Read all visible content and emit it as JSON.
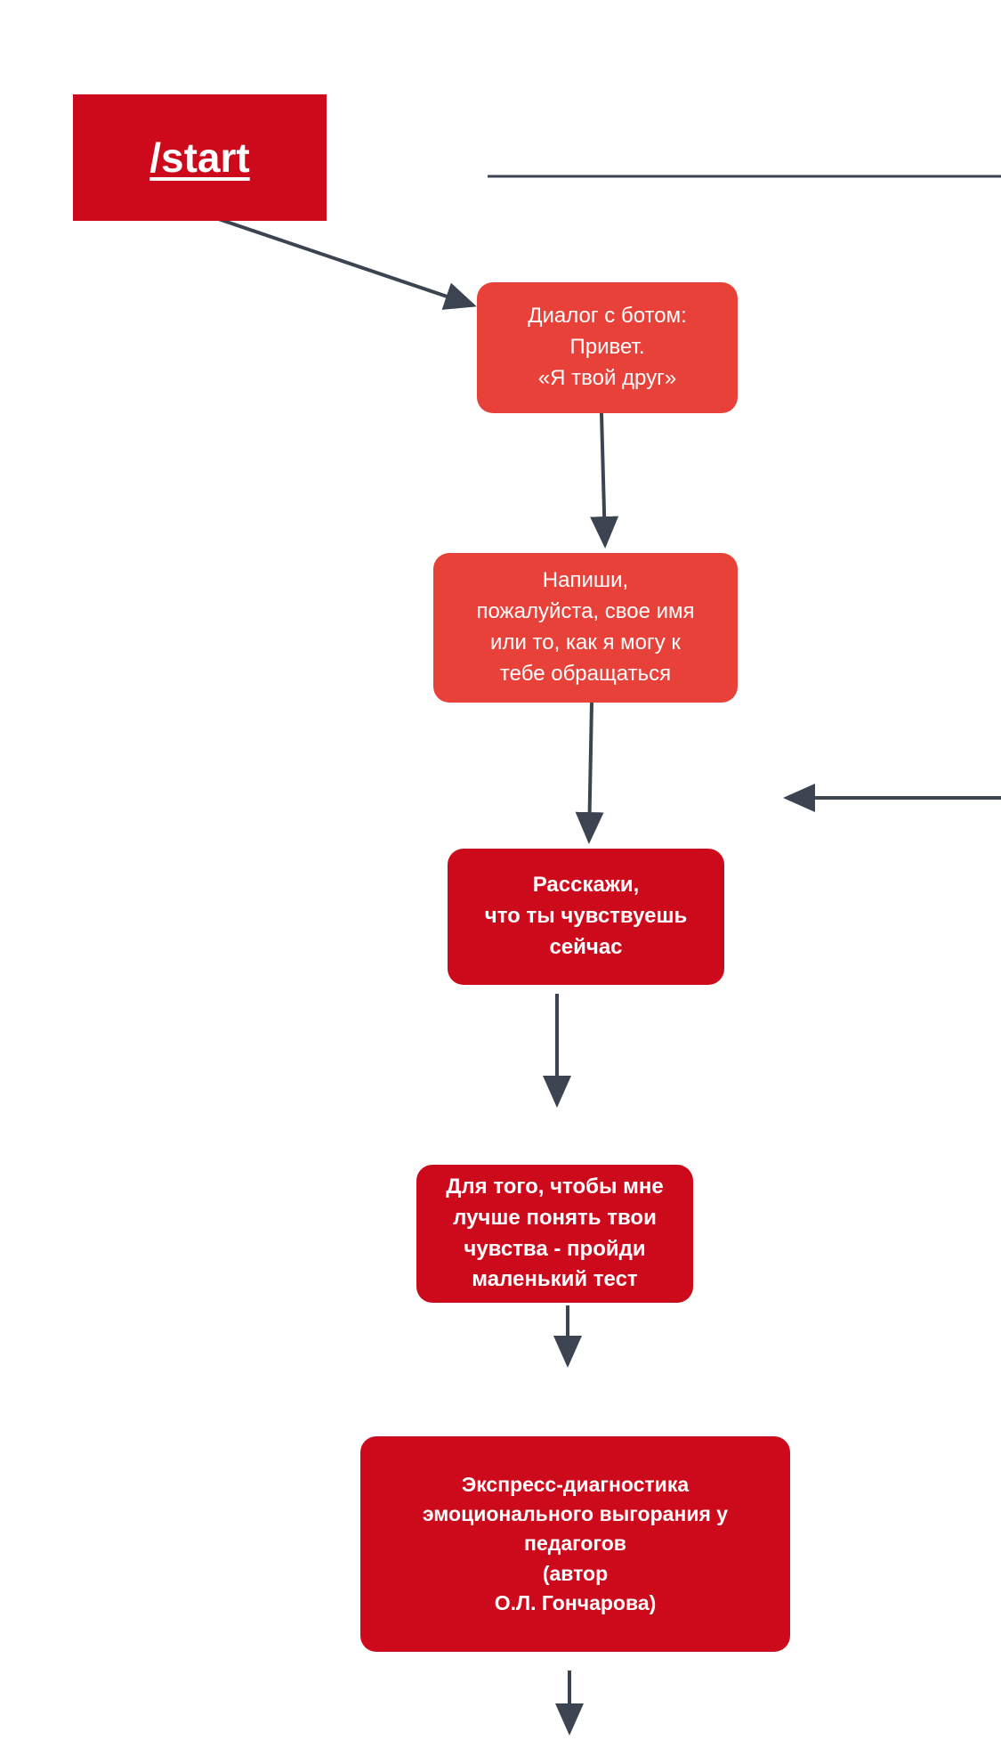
{
  "diagram": {
    "start": {
      "label": "/start"
    },
    "nodes": [
      {
        "id": "greeting",
        "label": "Диалог с ботом:\nПривет.\n«Я твой друг»",
        "color": "#e8413a"
      },
      {
        "id": "ask-name",
        "label": "Напиши,\nпожалуйста, свое имя\nили то, как я могу к\nтебе обращаться",
        "color": "#e8413a"
      },
      {
        "id": "ask-feelings",
        "label": "Расскажи,\nчто ты чувствуешь\nсейчас",
        "color": "#cc0a1c"
      },
      {
        "id": "offer-test",
        "label": "Для того, чтобы мне\nлучше понять твои\nчувства - пройди\nмаленький тест",
        "color": "#cc0a1c"
      },
      {
        "id": "express-diagnostics",
        "label": "Экспресс-диагностика\nэмоционального выгорания у\nпедагогов\n(автор\nО.Л. Гончарова)",
        "color": "#cc0a1c"
      }
    ],
    "colors": {
      "start": "#cc0a1c",
      "edge": "#3d4451"
    }
  }
}
